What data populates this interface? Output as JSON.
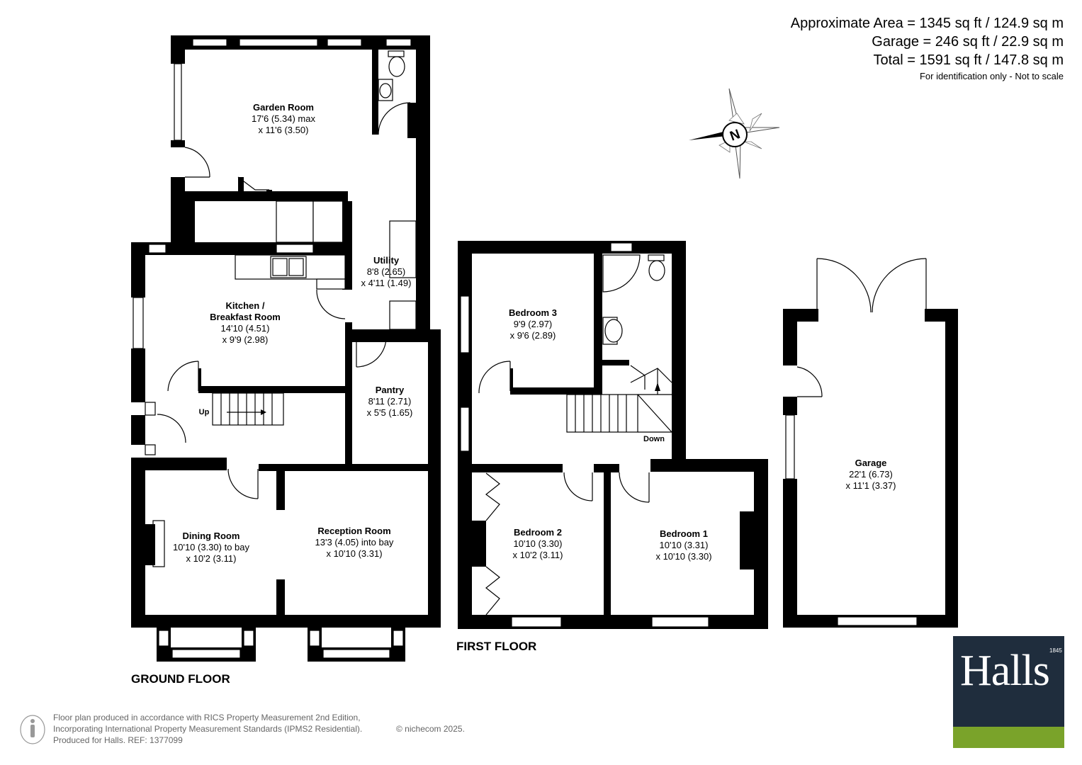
{
  "areas": {
    "approx": "Approximate Area = 1345 sq ft / 124.9 sq m",
    "garage": "Garage = 246 sq ft / 22.9 sq m",
    "total": "Total = 1591 sq ft / 147.8 sq m",
    "note": "For identification only - Not to scale"
  },
  "compass": {
    "letter": "N"
  },
  "floors": {
    "ground": "GROUND FLOOR",
    "first": "FIRST FLOOR"
  },
  "rooms": {
    "garden_room": {
      "name": "Garden Room",
      "dim1": "17'6 (5.34) max",
      "dim2": "x 11'6 (3.50)"
    },
    "utility": {
      "name": "Utility",
      "dim1": "8'8 (2.65)",
      "dim2": "x 4'11 (1.49)"
    },
    "kitchen": {
      "name1": "Kitchen /",
      "name2": "Breakfast Room",
      "dim1": "14'10 (4.51)",
      "dim2": "x 9'9 (2.98)"
    },
    "pantry": {
      "name": "Pantry",
      "dim1": "8'11 (2.71)",
      "dim2": "x 5'5 (1.65)"
    },
    "dining": {
      "name": "Dining Room",
      "dim1": "10'10 (3.30) to bay",
      "dim2": "x 10'2 (3.11)"
    },
    "reception": {
      "name": "Reception Room",
      "dim1": "13'3 (4.05) into bay",
      "dim2": "x 10'10 (3.31)"
    },
    "bedroom3": {
      "name": "Bedroom 3",
      "dim1": "9'9 (2.97)",
      "dim2": "x 9'6 (2.89)"
    },
    "bedroom2": {
      "name": "Bedroom 2",
      "dim1": "10'10 (3.30)",
      "dim2": "x 10'2 (3.11)"
    },
    "bedroom1": {
      "name": "Bedroom 1",
      "dim1": "10'10 (3.31)",
      "dim2": "x 10'10 (3.30)"
    },
    "garage": {
      "name": "Garage",
      "dim1": "22'1 (6.73)",
      "dim2": "x 11'1 (3.37)"
    }
  },
  "stairs": {
    "up": "Up",
    "down": "Down"
  },
  "footer": {
    "line1": "Floor plan produced in accordance with RICS Property Measurement 2nd Edition,",
    "line2": "Incorporating International Property Measurement Standards (IPMS2 Residential).",
    "line3": "Produced for Halls.   REF: 1377099",
    "copyright": "© nichecom 2025."
  },
  "logo": {
    "word": "Halls",
    "year": "1845"
  },
  "colors": {
    "logo_bg": "#1f2d3d",
    "logo_bar": "#7aa32a",
    "wall": "#000000"
  }
}
